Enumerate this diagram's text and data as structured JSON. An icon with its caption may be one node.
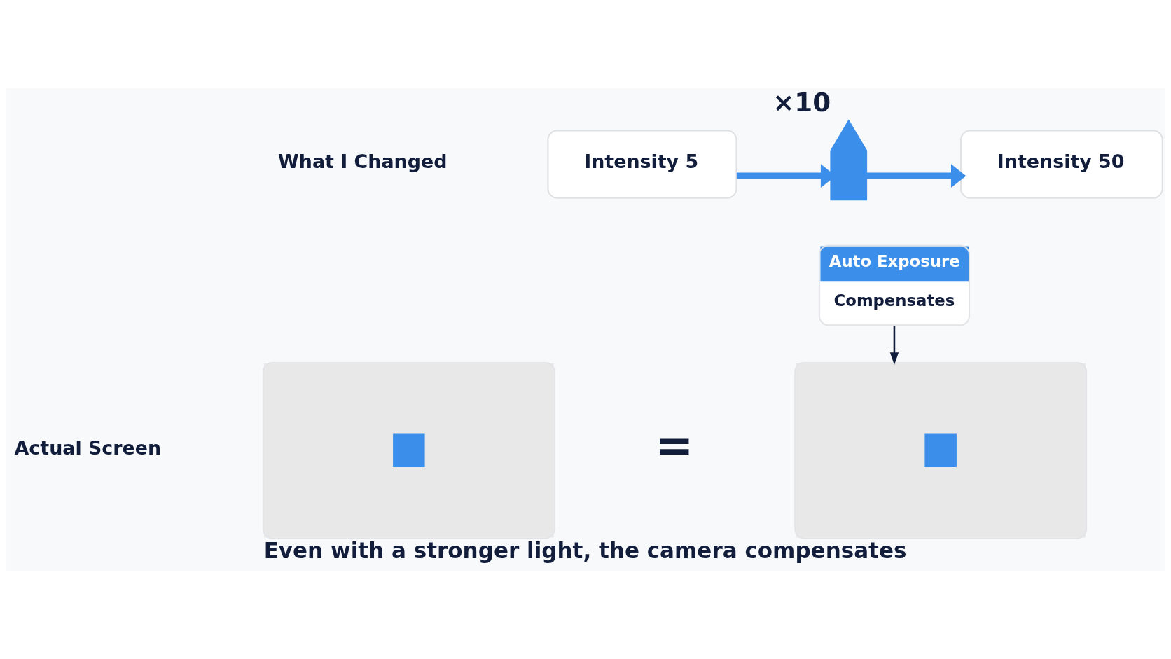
{
  "diagram": {
    "caption": "Even with a stronger light, the camera compensates",
    "nodes": [
      {
        "text": [
          "Intensity 5"
        ]
      },
      {
        "text": [],
        "shape": "arrow",
        "beside": [
          "×10"
        ]
      },
      {
        "text": [
          "Intensity 50"
        ]
      },
      {
        "text": [
          "Auto Exposure",
          "Compensates"
        ]
      },
      {
        "text": [],
        "shape": "box"
      },
      {
        "text": [],
        "shape": "box"
      }
    ],
    "edges": [
      {
        "from": 0,
        "to": 1,
        "arrow": "to"
      },
      {
        "from": 1,
        "to": 2,
        "arrow": "to"
      },
      {
        "from": 3,
        "to": 5,
        "arrow": "to",
        "color": "#111d3a"
      }
    ],
    "labels": [
      "What I Changed",
      "Actual Screen",
      "="
    ]
  }
}
